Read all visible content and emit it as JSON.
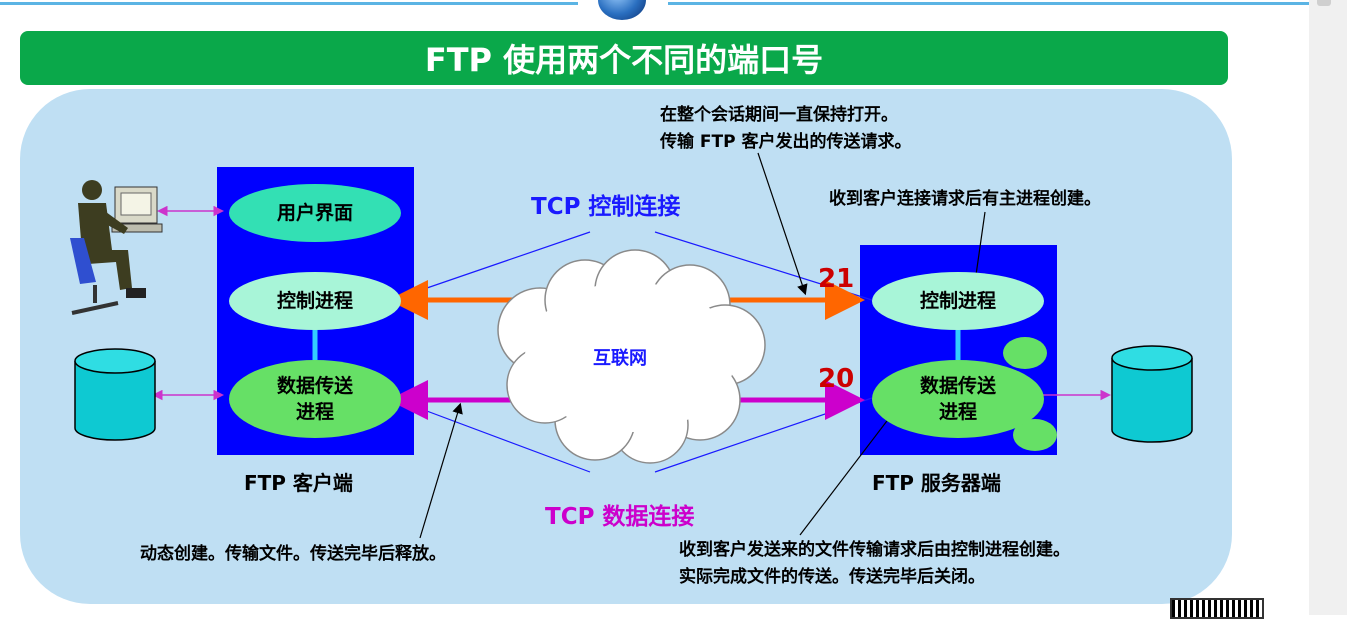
{
  "title": "FTP 使用两个不同的端口号",
  "client": {
    "label": "FTP 客户端",
    "ui_oval": "用户界面",
    "control_oval": "控制进程",
    "data_oval": "数据传送\n进程"
  },
  "server": {
    "label": "FTP 服务器端",
    "control_oval": "控制进程",
    "data_oval": "数据传送\n进程"
  },
  "internet": "互联网",
  "tcp_control_label": "TCP 控制连接",
  "tcp_data_label": "TCP 数据连接",
  "port_control": "21",
  "port_data": "20",
  "note_control": "在整个会话期间一直保持打开。\n传输 FTP 客户发出的传送请求。",
  "note_server_main": "收到客户连接请求后有主进程创建。",
  "note_client_data": "动态创建。传输文件。传送完毕后释放。",
  "note_server_data": "收到客户发送来的文件传输请求后由控制进程创建。\n实际完成文件的传送。传送完毕后关闭。",
  "colors": {
    "title_bg": "#0aa84a",
    "panel_bg": "#bfdff3",
    "process_box": "#0000ff",
    "ui_oval": "#33e0b4",
    "control_oval": "#a8f5d8",
    "data_oval": "#66e066",
    "control_arrow": "#ff6600",
    "data_arrow": "#cc00cc",
    "control_label": "#1a1aff",
    "data_label": "#cc00cc",
    "port_number": "#cc0000"
  }
}
